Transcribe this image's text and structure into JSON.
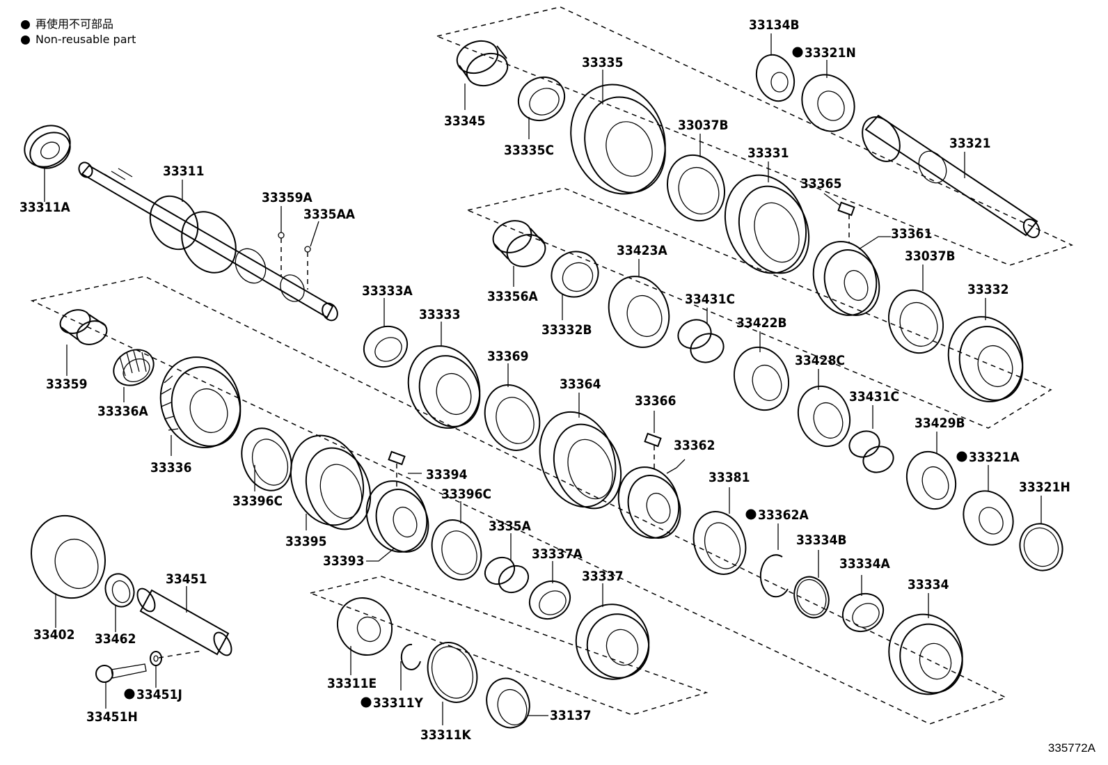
{
  "legend": {
    "symbol": "●",
    "line_ja": "再使用不可部品",
    "line_en": "Non-reusable part"
  },
  "diagram_id": "335772A",
  "labels": {
    "p33311A": "33311A",
    "p33311": "33311",
    "p33359A": "33359A",
    "p3335AA": "3335AA",
    "p33359": "33359",
    "p33336A": "33336A",
    "p33336": "33336",
    "p33396C_a": "33396C",
    "p33395": "33395",
    "p33394": "33394",
    "p33393": "33393",
    "p33396C_b": "33396C",
    "p33333A": "33333A",
    "p33333": "33333",
    "p33369": "33369",
    "p3335A": "3335A",
    "p33337A": "33337A",
    "p33337": "33337",
    "p33364": "33364",
    "p33345": "33345",
    "p33335C": "33335C",
    "p33335": "33335",
    "p33037B_a": "33037B",
    "p33331": "33331",
    "p33134B": "33134B",
    "p33321N": "33321N",
    "p33321": "33321",
    "p33365": "33365",
    "p33361": "33361",
    "p33037B_b": "33037B",
    "p33332": "33332",
    "p33356A": "33356A",
    "p33332B": "33332B",
    "p33423A": "33423A",
    "p33431C_a": "33431C",
    "p33422B": "33422B",
    "p33428C": "33428C",
    "p33431C_b": "33431C",
    "p33429B": "33429B",
    "p33321A": "33321A",
    "p33321H": "33321H",
    "p33366": "33366",
    "p33362": "33362",
    "p33381": "33381",
    "p33362A": "33362A",
    "p33334B": "33334B",
    "p33334A": "33334A",
    "p33334": "33334",
    "p33402": "33402",
    "p33462": "33462",
    "p33451": "33451",
    "p33451J": "33451J",
    "p33451H": "33451H",
    "p33311E": "33311E",
    "p33311Y": "33311Y",
    "p33311K": "33311K",
    "p33137": "33137"
  }
}
